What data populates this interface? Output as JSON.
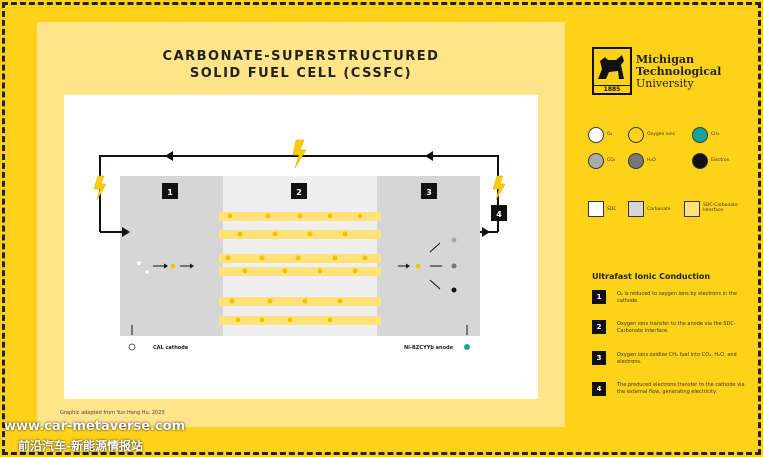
{
  "title": {
    "line1": "CARBONATE-SUPERSTRUCTURED",
    "line2": "SOLID FUEL CELL (CSSFC)"
  },
  "credit": "Graphic adapted from Yun Hang Hu, 2023",
  "diagram": {
    "cathode_label": "CAL cathode",
    "anode_label": "Ni-BZCYYb anode",
    "steps": [
      "1",
      "2",
      "3",
      "4"
    ]
  },
  "logo": {
    "line1": "Michigan",
    "line2": "Technological",
    "line3": "University",
    "year": "1885"
  },
  "legend": {
    "o2": "O₂",
    "oxygen_ions": "Oxygen ions",
    "ch4": "CH₄",
    "co2": "CO₂",
    "h2o": "H₂O",
    "electron": "Electron",
    "sdc": "SDC",
    "carbonate": "Carbonate",
    "interface": "SDC-Carbonate Interface"
  },
  "conduction": {
    "title": "Ultrafast Ionic Conduction",
    "steps": [
      {
        "num": "1",
        "text": "O₂ is reduced to oxygen ions by electrons in the cathode."
      },
      {
        "num": "2",
        "text": "Oxygen ions transfer to the anode via the SDC-Carbonate Interface."
      },
      {
        "num": "3",
        "text": "Oxygen ions oxidize CH₄ fuel into CO₂, H₂O, and electrons."
      },
      {
        "num": "4",
        "text": "The produced electrons transfer to the cathode via the external flow, generating electricity."
      }
    ]
  },
  "watermark": {
    "line1": "www.car-metaverse.com",
    "line2": "前沿汽车-新能源情报站"
  }
}
